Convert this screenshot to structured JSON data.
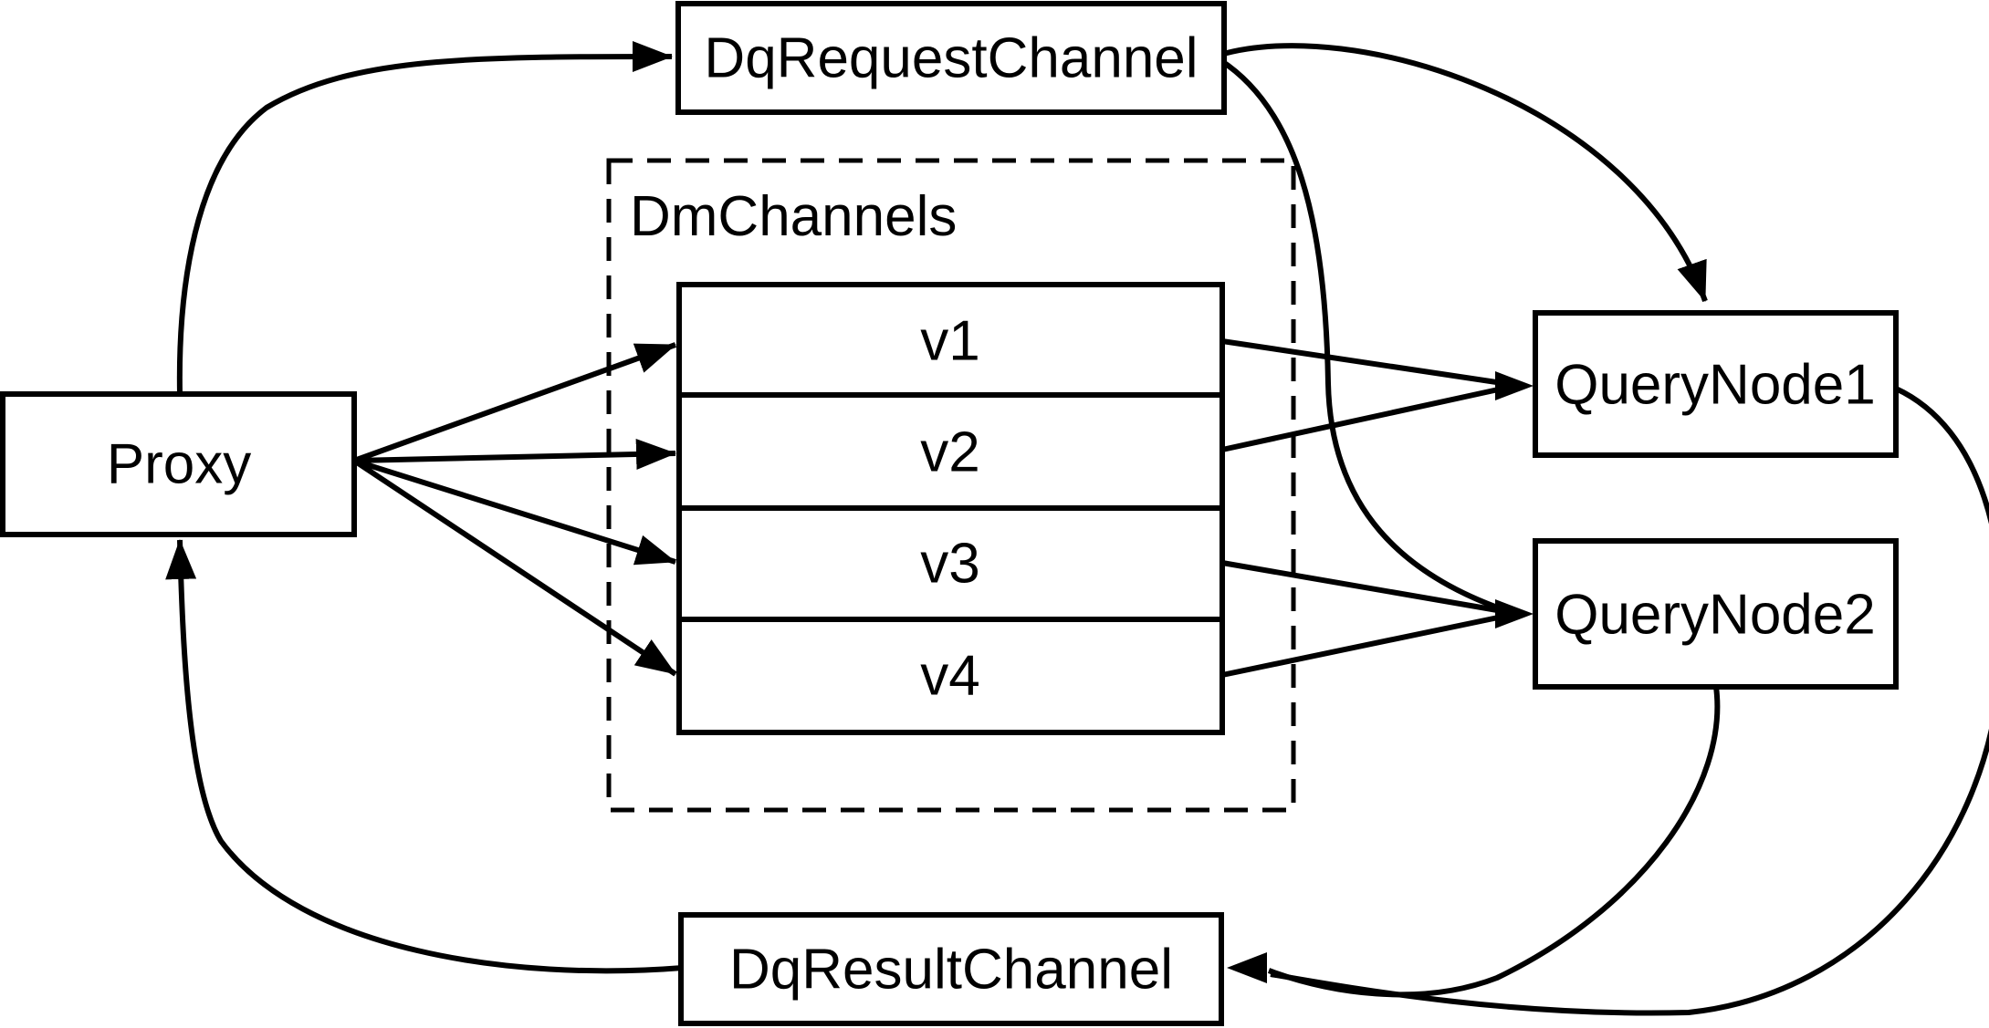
{
  "diagram": {
    "background_color": "#ffffff",
    "stroke_color": "#000000",
    "nodes": {
      "proxy": {
        "label": "Proxy"
      },
      "request_channel": {
        "label": "DqRequestChannel"
      },
      "dm_channels_group": {
        "label": "DmChannels"
      },
      "channels": [
        {
          "label": "v1"
        },
        {
          "label": "v2"
        },
        {
          "label": "v3"
        },
        {
          "label": "v4"
        }
      ],
      "query_node1": {
        "label": "QueryNode1"
      },
      "query_node2": {
        "label": "QueryNode2"
      },
      "result_channel": {
        "label": "DqResultChannel"
      }
    },
    "edges": [
      {
        "from": "Proxy",
        "to": "DqRequestChannel"
      },
      {
        "from": "Proxy",
        "to": "v1"
      },
      {
        "from": "Proxy",
        "to": "v2"
      },
      {
        "from": "Proxy",
        "to": "v3"
      },
      {
        "from": "Proxy",
        "to": "v4"
      },
      {
        "from": "v1",
        "to": "QueryNode1"
      },
      {
        "from": "v2",
        "to": "QueryNode1"
      },
      {
        "from": "v3",
        "to": "QueryNode2"
      },
      {
        "from": "v4",
        "to": "QueryNode2"
      },
      {
        "from": "DqRequestChannel",
        "to": "QueryNode1"
      },
      {
        "from": "DqRequestChannel",
        "to": "QueryNode2"
      },
      {
        "from": "QueryNode1",
        "to": "DqResultChannel"
      },
      {
        "from": "QueryNode2",
        "to": "DqResultChannel"
      },
      {
        "from": "DqResultChannel",
        "to": "Proxy"
      }
    ]
  }
}
